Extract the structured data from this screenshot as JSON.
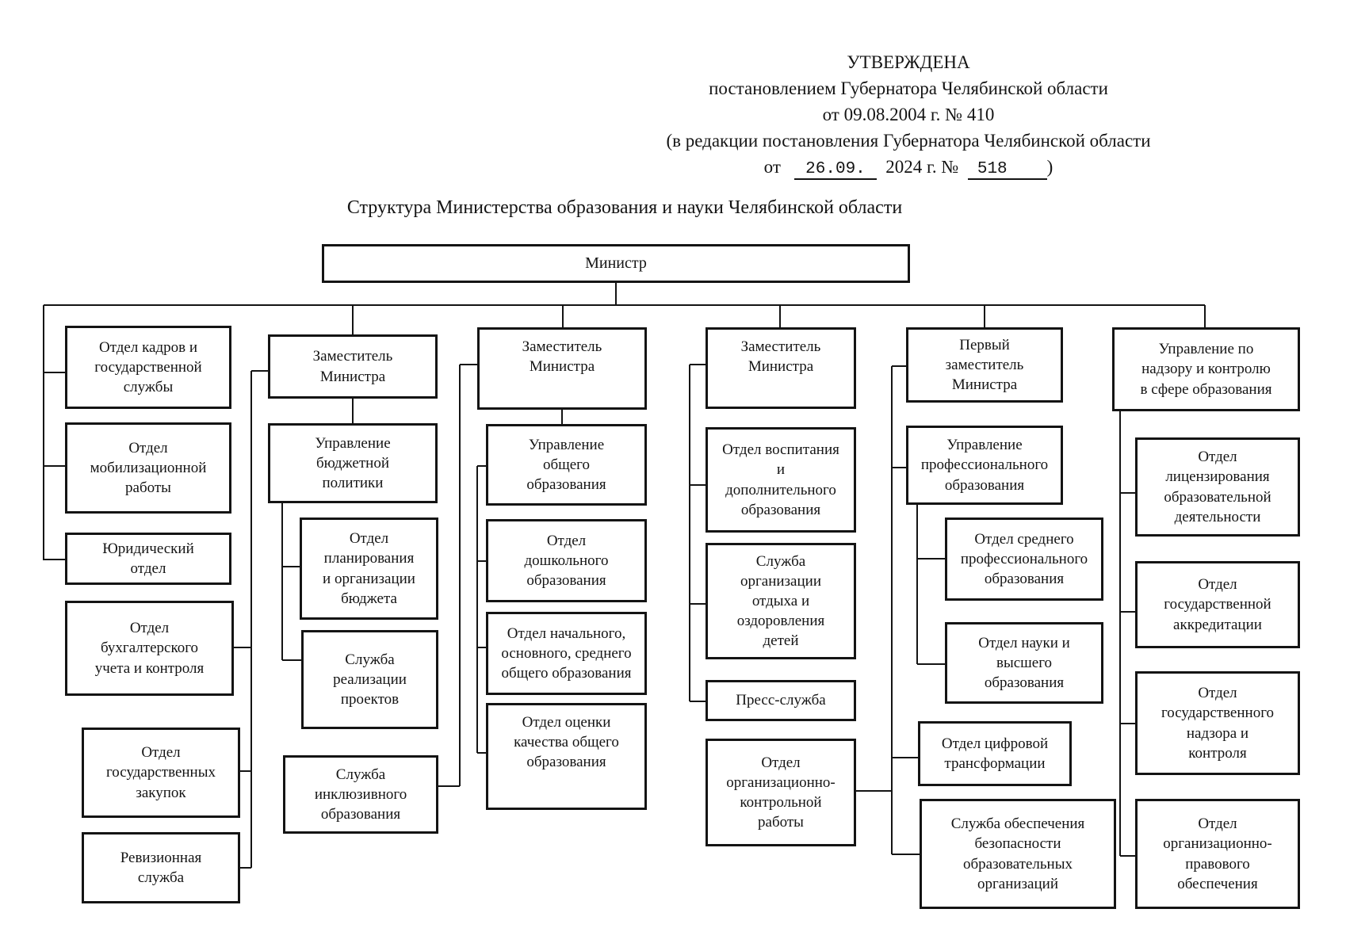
{
  "approval": {
    "line1": "УТВЕРЖДЕНА",
    "line2": "постановлением Губернатора Челябинской области",
    "line3": "от 09.08.2004 г. № 410",
    "line4": "(в редакции постановления Губернатора Челябинской области",
    "line5_prefix": "от",
    "line5_date": "26.09.",
    "line5_mid": "2024 г. №",
    "line5_number": "518",
    "line5_suffix": ")"
  },
  "title": "Структура Министерства образования и науки Челябинской области",
  "org": {
    "minister": "Министр",
    "columns": [
      {
        "name": "administrative-units",
        "items": [
          "Отдел кадров и\nгосударственной\nслужбы",
          "Отдел\nмобилизационной\nработы",
          "Юридический\nотдел",
          "Отдел\nбухгалтерского\nучета и контроля",
          "Отдел\nгосударственных\nзакупок",
          "Ревизионная\nслужба"
        ]
      },
      {
        "name": "deputy-minister-budget",
        "items": [
          "Заместитель\nМинистра",
          "Управление\nбюджетной\nполитики",
          "Отдел\nпланирования\nи организации\nбюджета",
          "Служба\nреализации\nпроектов",
          "Служба\nинклюзивного\nобразования"
        ]
      },
      {
        "name": "deputy-minister-general-education",
        "items": [
          "Заместитель\nМинистра",
          "Управление\nобщего\nобразования",
          "Отдел\nдошкольного\nобразования",
          "Отдел начального,\nосновного, среднего\nобщего образования",
          "Отдел оценки\nкачества общего\nобразования"
        ]
      },
      {
        "name": "deputy-minister-upbringing",
        "items": [
          "Заместитель\nМинистра",
          "Отдел воспитания\nи\nдополнительного\nобразования",
          "Служба\nорганизации\nотдыха и\nоздоровления\nдетей",
          "Пресс-служба",
          "Отдел\nорганизационно-\nконтрольной\nработы"
        ]
      },
      {
        "name": "first-deputy-minister",
        "items": [
          "Первый\nзаместитель\nМинистра",
          "Управление\nпрофессионального\nобразования",
          "Отдел среднего\nпрофессионального\nобразования",
          "Отдел науки и\nвысшего\nобразования",
          "Отдел цифровой\nтрансформации",
          "Служба обеспечения\nбезопасности\nобразовательных\nорганизаций"
        ]
      },
      {
        "name": "oversight-directorate",
        "items": [
          "Управление по\nнадзору и контролю\nв сфере образования",
          "Отдел\nлицензирования\nобразовательной\nдеятельности",
          "Отдел\nгосударственной\nаккредитации",
          "Отдел\nгосударственного\nнадзора и\nконтроля",
          "Отдел\nорганизационно-\nправового\nобеспечения"
        ]
      }
    ]
  },
  "colors": {
    "ink": "#141414",
    "paper": "#ffffff"
  }
}
